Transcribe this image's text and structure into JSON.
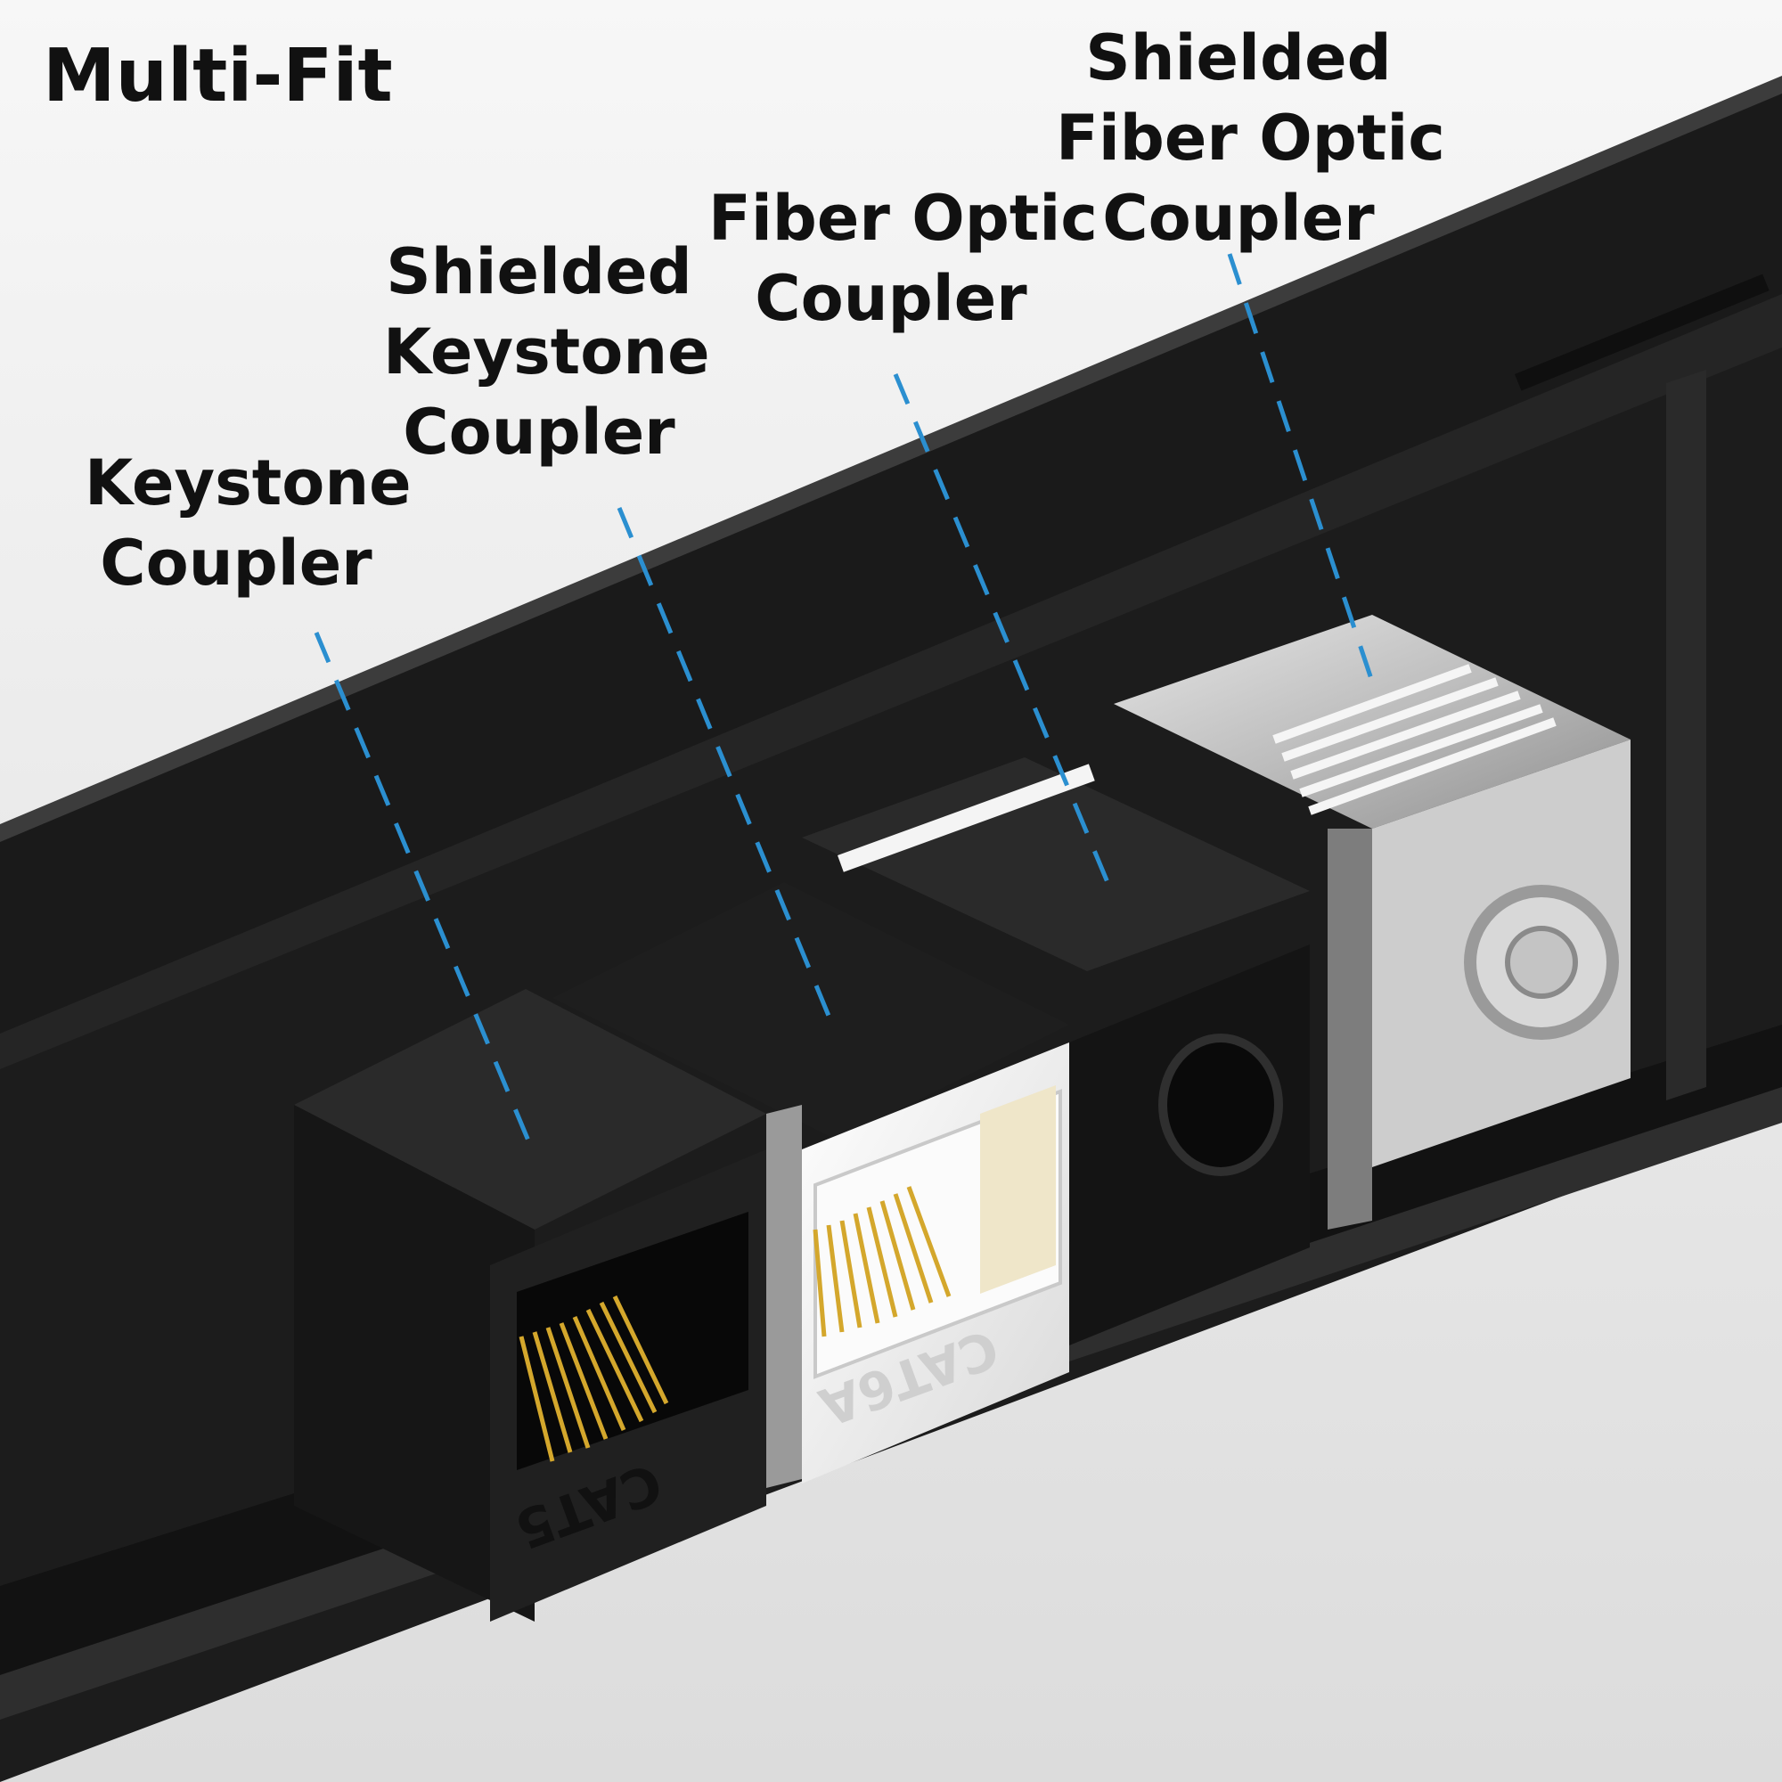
{
  "title": "Multi-Fit",
  "colors": {
    "background": "#f3f3f3",
    "panel": "#1b1b1b",
    "leader_line": "#2b8fd0",
    "gold_contacts": "#d4a72c",
    "white_coupler": "#ececec",
    "metal_coupler": "#c8c8c8"
  },
  "labels": [
    {
      "id": "keystone",
      "lines": [
        "Keystone",
        "Coupler"
      ]
    },
    {
      "id": "shielded-keystone",
      "lines": [
        "Shielded",
        "Keystone",
        "Coupler"
      ]
    },
    {
      "id": "fiber-optic",
      "lines": [
        "Fiber Optic",
        "Coupler"
      ]
    },
    {
      "id": "shielded-fiber-optic",
      "lines": [
        "Shielded",
        "Fiber Optic",
        "Coupler"
      ]
    }
  ],
  "product_markings": {
    "black_coupler": "CAT5",
    "white_coupler": "CAT6A"
  }
}
